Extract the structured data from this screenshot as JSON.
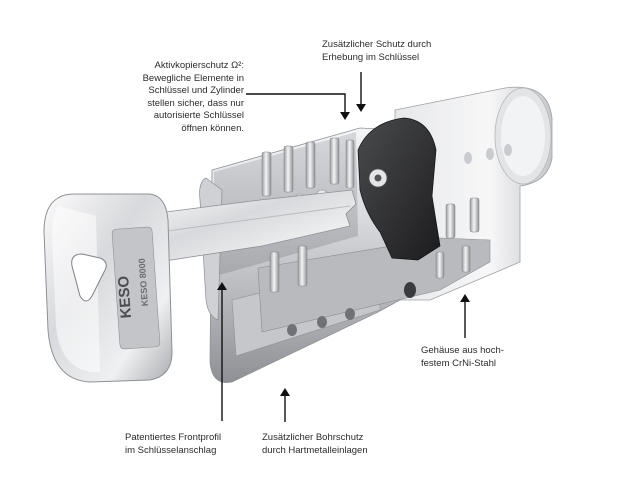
{
  "callouts": {
    "copy_protection": "Aktivkopierschutz Ω²:\nBewegliche Elemente in\nSchlüssel und Zylinder\nstellen sicher, dass nur\nautorisierte Schlüssel\nöffnen können.",
    "extra_protection": "Zusätzlicher Schutz durch\nErhebung im Schlüssel",
    "housing": "Gehäuse aus hoch-\nfestem CrNi-Stahl",
    "front_profile": "Patentiertes Frontprofil\nim Schlüsselanschlag",
    "drill_protection": "Zusätzlicher Bohrschutz\ndurch Hartmetalleinlagen"
  },
  "key_bow_text": {
    "brand": "KESO",
    "model": "KESO 8000"
  },
  "colors": {
    "text": "#2b2b2b",
    "line": "#111111",
    "metal_light": "#e9eaec",
    "metal_mid": "#b9bbbf",
    "metal_dark": "#7d8086",
    "cam": "#2a2a2c"
  }
}
